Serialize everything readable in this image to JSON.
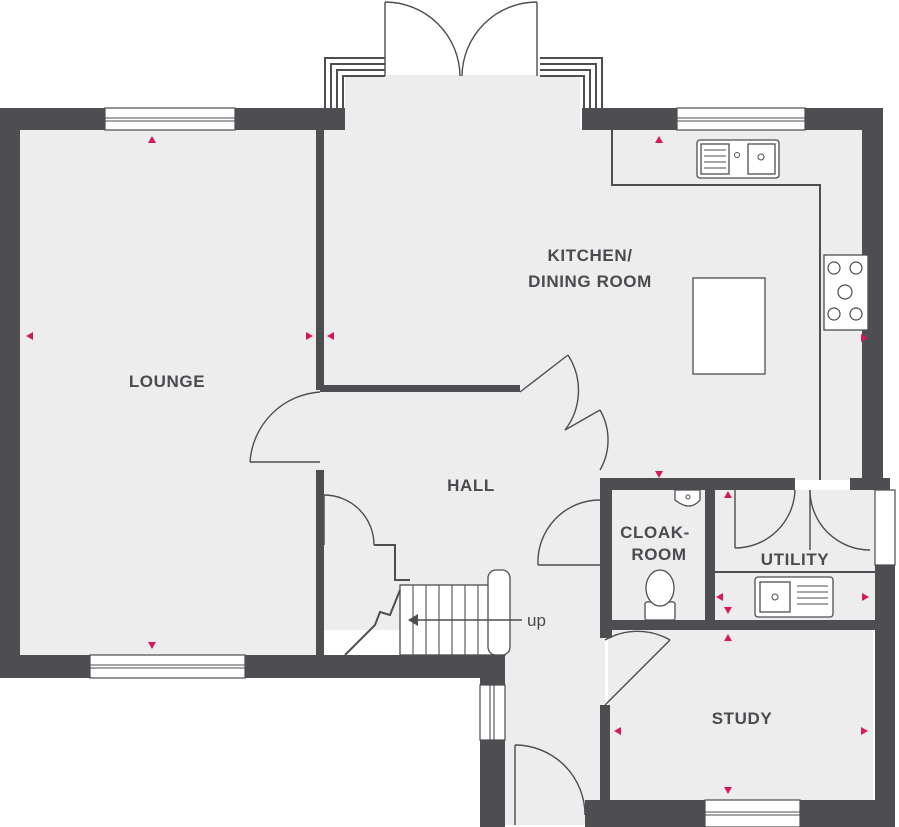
{
  "rooms": {
    "lounge": "LOUNGE",
    "kitchen_line1": "KITCHEN/",
    "kitchen_line2": "DINING ROOM",
    "hall": "HALL",
    "cloakroom_line1": "CLOAK-",
    "cloakroom_line2": "ROOM",
    "utility": "UTILITY",
    "study": "STUDY"
  },
  "stairs": {
    "direction_label": "up"
  },
  "colors": {
    "wall": "#4d4d52",
    "floor": "#ededee",
    "measurement_marker": "#d6195a",
    "text": "#4a4a4f"
  },
  "icons": [
    "kitchen-sink-icon",
    "hob-icon",
    "utility-sink-icon",
    "toilet-icon",
    "basin-icon",
    "measurement-marker-icon",
    "stairs-arrow-icon"
  ]
}
